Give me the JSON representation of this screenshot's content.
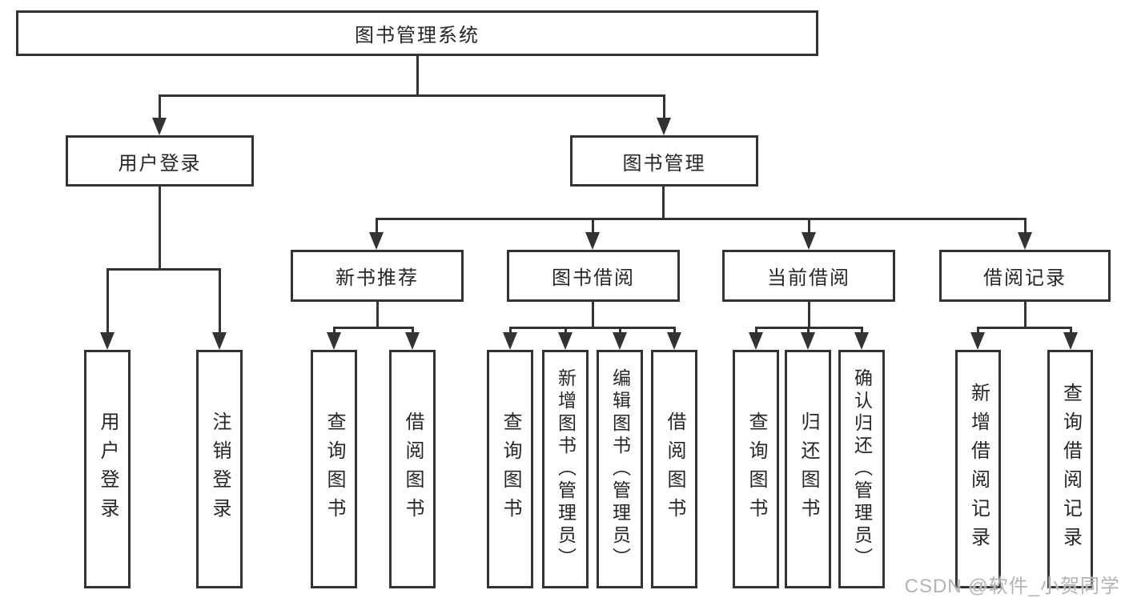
{
  "tree": {
    "root": "图书管理系统",
    "branches": [
      {
        "label": "用户登录",
        "leaves": [
          "用户登录",
          "注销登录"
        ]
      },
      {
        "label": "图书管理",
        "groups": [
          {
            "label": "新书推荐",
            "leaves": [
              "查询图书",
              "借阅图书"
            ]
          },
          {
            "label": "图书借阅",
            "leaves": [
              "查询图书",
              "新增图书（管理员）",
              "编辑图书（管理员）",
              "借阅图书"
            ]
          },
          {
            "label": "当前借阅",
            "leaves": [
              "查询图书",
              "归还图书",
              "确认归还（管理员）"
            ]
          },
          {
            "label": "借阅记录",
            "leaves": [
              "新增借阅记录",
              "查询借阅记录"
            ]
          }
        ]
      }
    ]
  },
  "watermark": {
    "text": "CSDN @软件_小贺同学"
  },
  "colors": {
    "line": "#333333",
    "border": "#333333",
    "fill": "#ffffff",
    "text": "#262626",
    "watermark": "#b3b3b3"
  }
}
